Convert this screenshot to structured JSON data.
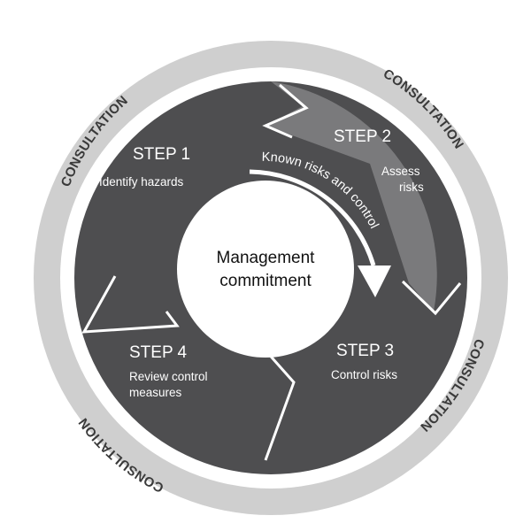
{
  "center": {
    "line1": "Management",
    "line2": "commitment"
  },
  "steps": {
    "step1": {
      "title": "STEP 1",
      "desc1": "Identify hazards"
    },
    "step2": {
      "title": "STEP 2",
      "desc1": "Assess",
      "desc2": "risks"
    },
    "step3": {
      "title": "STEP 3",
      "desc1": "Control risks"
    },
    "step4": {
      "title": "STEP 4",
      "desc1": "Review control",
      "desc2": "measures"
    }
  },
  "arrow": {
    "label": "Known risks and control"
  },
  "consultation": {
    "top_left": "CONSULTATION",
    "top_right": "CONSULTATION",
    "bottom_right": "CONSULTATION",
    "bottom_left": "CONSULTATION"
  },
  "colors": {
    "ring": "#cfcfcf",
    "step_dark": "#4e4e50",
    "step_light": "#7a7a7c",
    "arrow": "#ffffff",
    "center": "#ffffff"
  }
}
